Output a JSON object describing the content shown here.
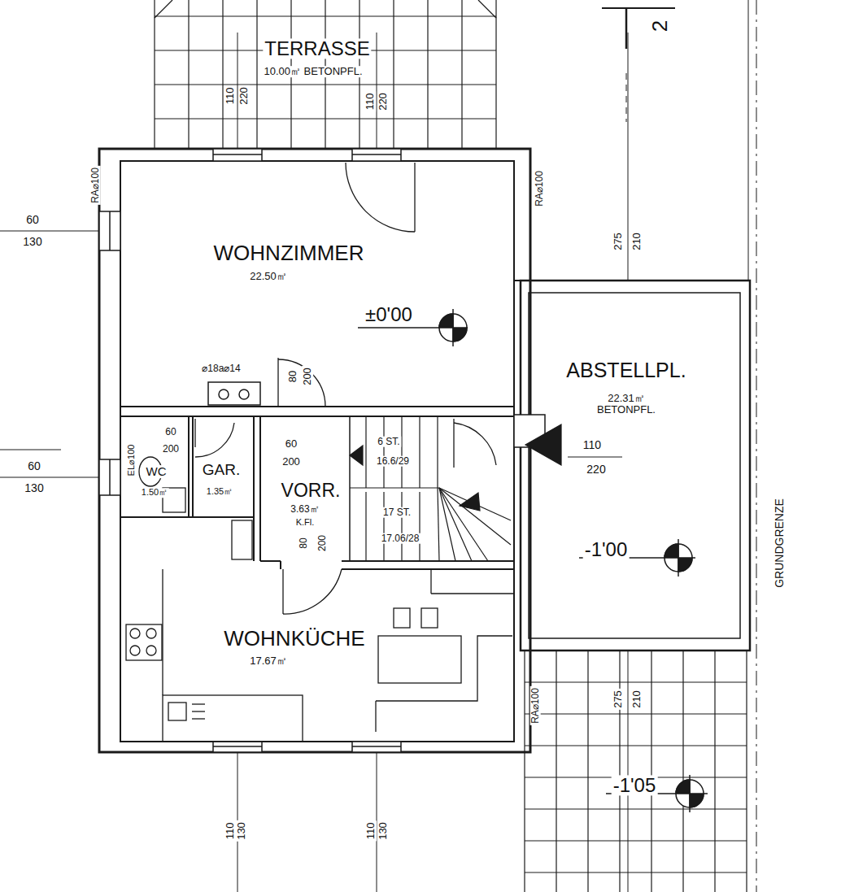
{
  "diagram": {
    "nodes": [
      {
        "text": [
          "TERRASSE",
          "10.00㎡ BETONPFL."
        ]
      },
      {
        "text": [
          "WOHNZIMMER",
          "22.50㎡"
        ]
      },
      {
        "text": [
          "ABSTELLPL.",
          "22.31㎡ BETONPFL."
        ]
      },
      {
        "text": [
          "WC",
          "1.50㎡"
        ]
      },
      {
        "text": [
          "GAR.",
          "1.35㎡"
        ]
      },
      {
        "text": [
          "VORR.",
          "3.63㎡",
          "K.Fl."
        ]
      },
      {
        "text": [
          "WOHNKÜCHE",
          "17.67㎡"
        ]
      }
    ],
    "labels": [
      "110",
      "220",
      "110",
      "220",
      "RA⌀100",
      "RA⌀100",
      "60",
      "130",
      "60",
      "130",
      "EL⌀100",
      "⌀18a⌀14",
      "80",
      "200",
      "60",
      "200",
      "60",
      "200",
      "6 ST.",
      "16.6/29",
      "17 ST.",
      "17.06/28",
      "80",
      "200",
      "±0'00",
      "110",
      "220",
      "-1'00",
      "275",
      "210",
      "RA⌀100",
      "275",
      "210",
      "-1'05",
      "110",
      "130",
      "110",
      "130",
      "GRUNDGRENZE",
      "2"
    ]
  }
}
